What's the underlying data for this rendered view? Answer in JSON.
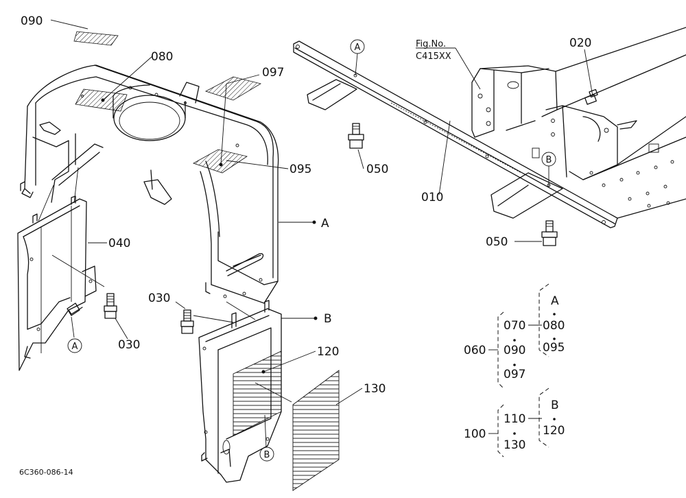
{
  "figure_ref_line1": "Fig.No.",
  "figure_ref_line2": "C415XX",
  "drawing_code": "6C360-086-14",
  "callouts": {
    "p090": "090",
    "p080": "080",
    "p097": "097",
    "p095": "095",
    "p040": "040",
    "p030a": "030",
    "p030b": "030",
    "p120": "120",
    "p130": "130",
    "p020": "020",
    "p050a": "050",
    "p010": "010",
    "p050b": "050"
  },
  "markers": {
    "A_shroud": "A",
    "B_panel": "B",
    "A_bracket": "A",
    "B_panel_bottom": "B",
    "A_rail": "A",
    "B_rail": "B"
  },
  "kits": {
    "kit1": {
      "parent": "060",
      "col1": [
        "070",
        "090",
        "097"
      ],
      "header": "A",
      "col2": [
        "080",
        "095"
      ]
    },
    "kit2": {
      "parent": "100",
      "col1": [
        "110",
        "130"
      ],
      "header": "B",
      "col2": [
        "120"
      ]
    }
  }
}
